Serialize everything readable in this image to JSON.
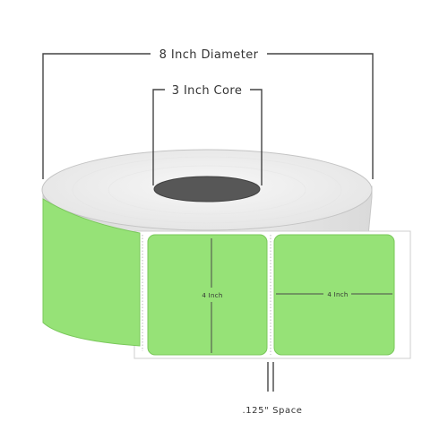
{
  "dimensions": {
    "outer_diameter": "8 Inch Diameter",
    "core": "3 Inch Core",
    "label_height": "4 Inch",
    "label_width": "4 Inch",
    "gap": ".125\" Space"
  },
  "colors": {
    "label_fill": "#96e277",
    "label_edge": "#79c85a",
    "roll_face": "#f0f0f0",
    "roll_side": "#e2e2e2",
    "core_hole": "#575757",
    "backing": "#ffffff",
    "line": "#444444"
  }
}
